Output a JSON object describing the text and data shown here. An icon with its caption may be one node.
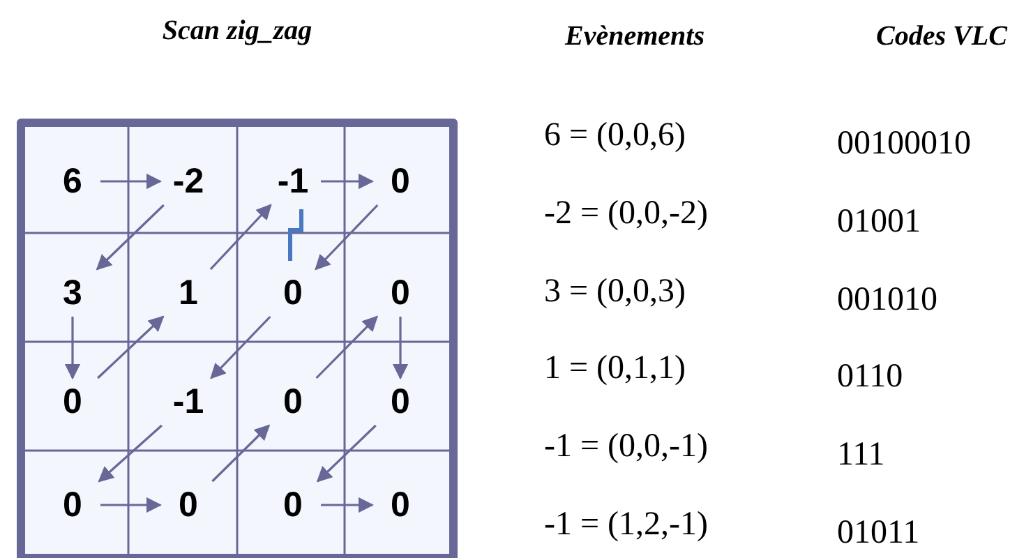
{
  "diagram": {
    "nodes": [
      {
        "text": [
          "Scan zig_zag"
        ]
      },
      {
        "text": [
          "6"
        ],
        "in": 0
      },
      {
        "text": [
          "-2"
        ],
        "in": 0
      },
      {
        "text": [
          "-1"
        ],
        "in": 0
      },
      {
        "text": [
          "0"
        ],
        "in": 0
      },
      {
        "text": [
          "3"
        ],
        "in": 0
      },
      {
        "text": [
          "1"
        ],
        "in": 0
      },
      {
        "text": [
          "0"
        ],
        "in": 0
      },
      {
        "text": [
          "0"
        ],
        "in": 0
      },
      {
        "text": [
          "0"
        ],
        "in": 0
      },
      {
        "text": [
          "-1"
        ],
        "in": 0
      },
      {
        "text": [
          "0"
        ],
        "in": 0
      },
      {
        "text": [
          "0"
        ],
        "in": 0
      },
      {
        "text": [
          "0"
        ],
        "in": 0
      },
      {
        "text": [
          "0"
        ],
        "in": 0
      },
      {
        "text": [
          "0"
        ],
        "in": 0
      },
      {
        "text": [
          "0"
        ],
        "in": 0
      }
    ],
    "edges": [
      {
        "from": 1,
        "to": 2,
        "arrow": "to"
      },
      {
        "from": 2,
        "to": 5,
        "arrow": "to"
      },
      {
        "from": 5,
        "to": 9,
        "arrow": "to"
      },
      {
        "from": 9,
        "to": 6,
        "arrow": "to"
      },
      {
        "from": 6,
        "to": 3,
        "arrow": "to"
      },
      {
        "from": 3,
        "to": 4,
        "arrow": "to"
      },
      {
        "from": 4,
        "to": 7,
        "arrow": "to"
      },
      {
        "from": 7,
        "to": 10,
        "arrow": "to"
      },
      {
        "from": 10,
        "to": 13,
        "arrow": "to"
      },
      {
        "from": 13,
        "to": 14,
        "arrow": "to"
      },
      {
        "from": 14,
        "to": 11,
        "arrow": "to"
      },
      {
        "from": 11,
        "to": 8,
        "arrow": "to"
      },
      {
        "from": 8,
        "to": 12,
        "arrow": "to"
      },
      {
        "from": 12,
        "to": 15,
        "arrow": "to"
      },
      {
        "from": 15,
        "to": 16,
        "arrow": "to"
      }
    ],
    "labels": [
      "Evènements",
      "Codes VLC",
      "6 = (0,0,6)",
      "00100010",
      "-2 = (0,0,-2)",
      "01001",
      "3 = (0,0,3)",
      "001010",
      "1 = (0,1,1)",
      "0110",
      "-1 = (0,0,-1)",
      "111",
      "-1 = (1,2,-1)",
      "01011"
    ]
  }
}
